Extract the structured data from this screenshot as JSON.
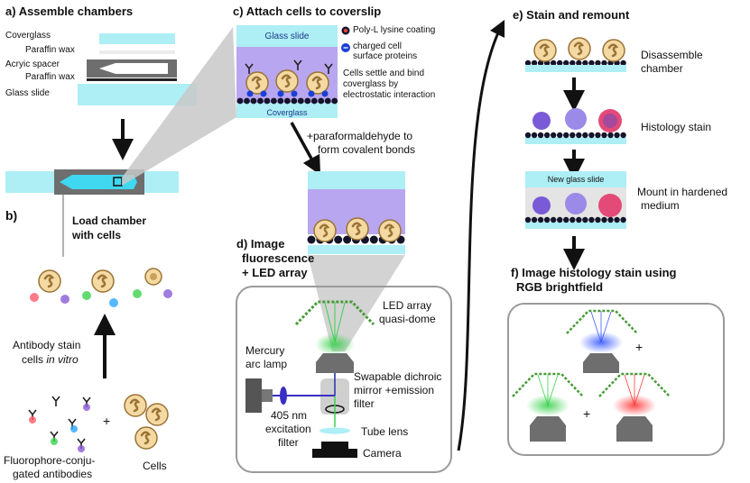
{
  "panel_a": {
    "title": "a) Assemble chambers",
    "layers": [
      "Coverglass",
      "Paraffin wax",
      "Acryic spacer",
      "Paraffin wax",
      "Glass slide"
    ]
  },
  "panel_b": {
    "title": "b)",
    "load_text_1": "Load chamber",
    "load_text_2": "with cells",
    "stain_text_1": "Antibody stain",
    "stain_text_2": "cells ",
    "stain_text_2_italic": "in vitro",
    "plus": "+",
    "antibodies_1": "Fluorophore-conju-",
    "antibodies_2": "gated antibodies",
    "cells": "Cells"
  },
  "panel_c": {
    "title": "c) Attach cells to coverslip",
    "glass_slide": "Glass slide",
    "coverglass": "Coverglass",
    "legend_coating": "Poly-L lysine coating",
    "legend_charged_1": "charged cell",
    "legend_charged_2": "surface proteins",
    "desc_1": "Cells settle and bind",
    "desc_2": "coverglass by",
    "desc_3": "electrostatic interaction",
    "arrow_1": "+paraformaldehyde to",
    "arrow_2": "form covalent bonds"
  },
  "panel_d": {
    "title_1": "d) Image",
    "title_2": "fluorescence",
    "title_3": "+ LED array",
    "led_1": "LED array",
    "led_2": "quasi-dome",
    "lamp_1": "Mercury",
    "lamp_2": "arc lamp",
    "dichroic_1": "Swapable dichroic",
    "dichroic_2": "mirror +emission",
    "dichroic_3": "filter",
    "filter_1": "405 nm",
    "filter_2": "excitation",
    "filter_3": "filter",
    "tube_lens": "Tube lens",
    "camera": "Camera"
  },
  "panel_e": {
    "title": "e) Stain and remount",
    "step_1_a": "Disassemble",
    "step_1_b": "chamber",
    "step_2": "Histology stain",
    "new_glass": "New glass slide",
    "step_3_a": "Mount in hardened",
    "step_3_b": "medium"
  },
  "panel_f": {
    "title_1": "f) Image histology stain using",
    "title_2": "RGB brightfield",
    "plus_1": "+",
    "plus_2": "+"
  },
  "colors": {
    "glass": "#aeeef5",
    "chamber": "#b9a6f0",
    "cell_fill": "#f5d9a2",
    "cell_stroke": "#9a7436",
    "bead": "#14142a",
    "led_green": "#3cd24e",
    "led_blue": "#3c5cff",
    "led_red": "#ff3c3c",
    "beam": "#3a2fc4",
    "gray_box": "#cfcfcf"
  }
}
